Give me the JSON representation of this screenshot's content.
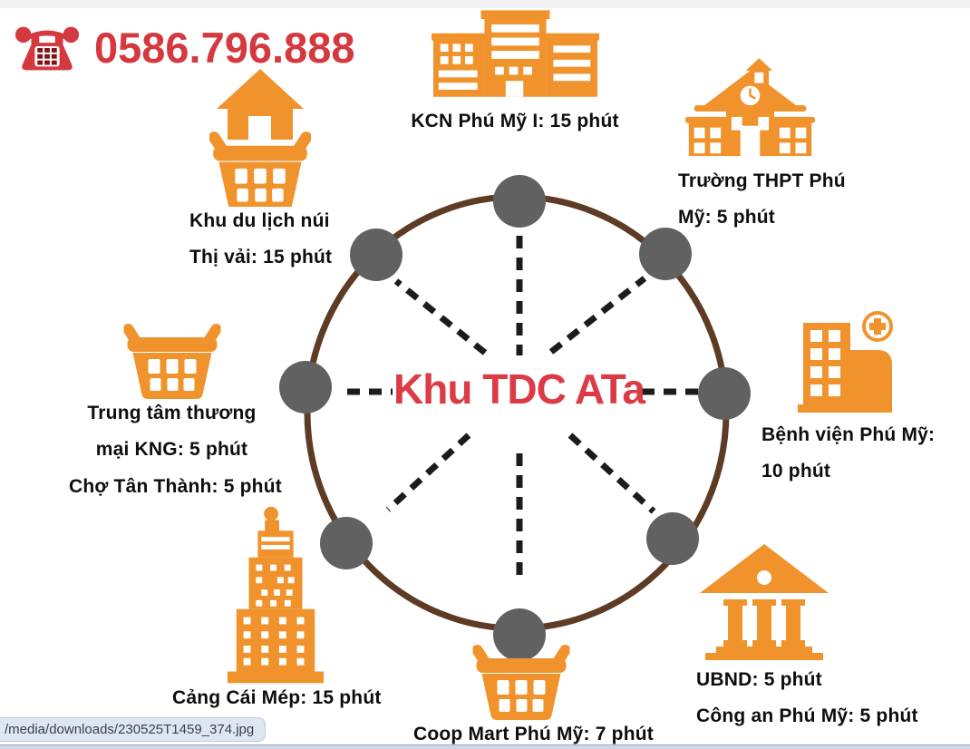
{
  "header": {
    "phone_number": "0586.796.888",
    "phone_icon": "telephone-icon"
  },
  "center": {
    "label": "Khu TDC ATa"
  },
  "locations": [
    {
      "name": "khu-du-lich-nui-thi-vai",
      "icon": "house-basket-icon",
      "lines": [
        "Khu du lịch núi",
        "Thị vải: 15 phút"
      ]
    },
    {
      "name": "kcn-phu-my-1",
      "icon": "factory-icon",
      "lines": [
        "KCN Phú Mỹ I: 15 phút"
      ]
    },
    {
      "name": "truong-thpt-phu-my",
      "icon": "school-icon",
      "lines": [
        "Trường THPT Phú",
        "Mỹ: 5 phút"
      ]
    },
    {
      "name": "benh-vien-phu-my",
      "icon": "hospital-icon",
      "lines": [
        "Bệnh viện Phú Mỹ:",
        "10 phút"
      ]
    },
    {
      "name": "ubnd-cong-an-phu-my",
      "icon": "government-building-icon",
      "lines": [
        "UBND: 5 phút",
        "Công an Phú Mỹ: 5 phút"
      ]
    },
    {
      "name": "coop-mart-phu-my",
      "icon": "shopping-basket-icon",
      "lines": [
        "Coop Mart Phú Mỹ: 7 phút"
      ]
    },
    {
      "name": "cang-cai-mep",
      "icon": "port-tower-icon",
      "lines": [
        "Cảng Cái Mép: 15 phút"
      ]
    },
    {
      "name": "trung-tam-thuong-mai-kng",
      "icon": "shopping-basket-icon",
      "lines": [
        "Trung tâm thương",
        "mại KNG: 5 phút",
        "Chợ Tân Thành: 5 phút"
      ]
    }
  ],
  "status_bar": {
    "file_path": "/media/downloads/230525T1459_374.jpg"
  },
  "colors": {
    "accent_orange": "#F0932D",
    "phone_red": "#D4393F",
    "center_red": "#DC3B46",
    "ring_brown": "#5E3B25",
    "node_gray": "#616161",
    "spoke_black": "#1b1b1b",
    "tooltip_blue": "#dde7f4"
  }
}
